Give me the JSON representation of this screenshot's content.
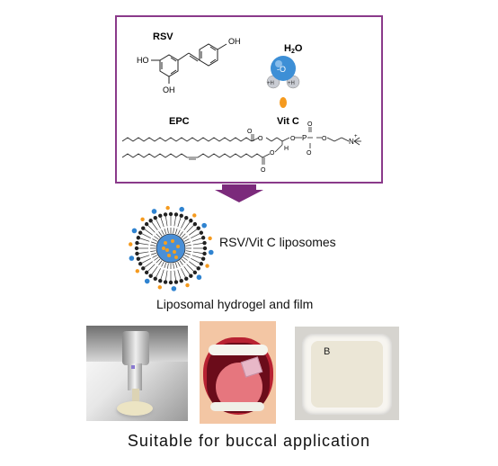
{
  "chem": {
    "rsv_label": "RSV",
    "oh_top": "OH",
    "ho_left": "HO",
    "oh_bottom": "OH",
    "water_label": "H",
    "water_sub": "2",
    "water_o": "O",
    "water_minus": "-O",
    "water_h": "+H",
    "epc_label": "EPC",
    "vitc_label": "Vit C",
    "charge_minus": "O",
    "phosphate_p": "P",
    "nitrogen": "N",
    "nitrogen_charge": "+",
    "h_label": "H"
  },
  "liposome_label": "RSV/Vit C liposomes",
  "hydrogel_label": "Liposomal hydrogel and film",
  "film_letter": "B",
  "caption": "Suitable for buccal application",
  "colors": {
    "border": "#8a3a8a",
    "arrow": "#7b2a7b",
    "vitc_dot": "#f59a1e",
    "water_blue": "#3d8fd6"
  }
}
